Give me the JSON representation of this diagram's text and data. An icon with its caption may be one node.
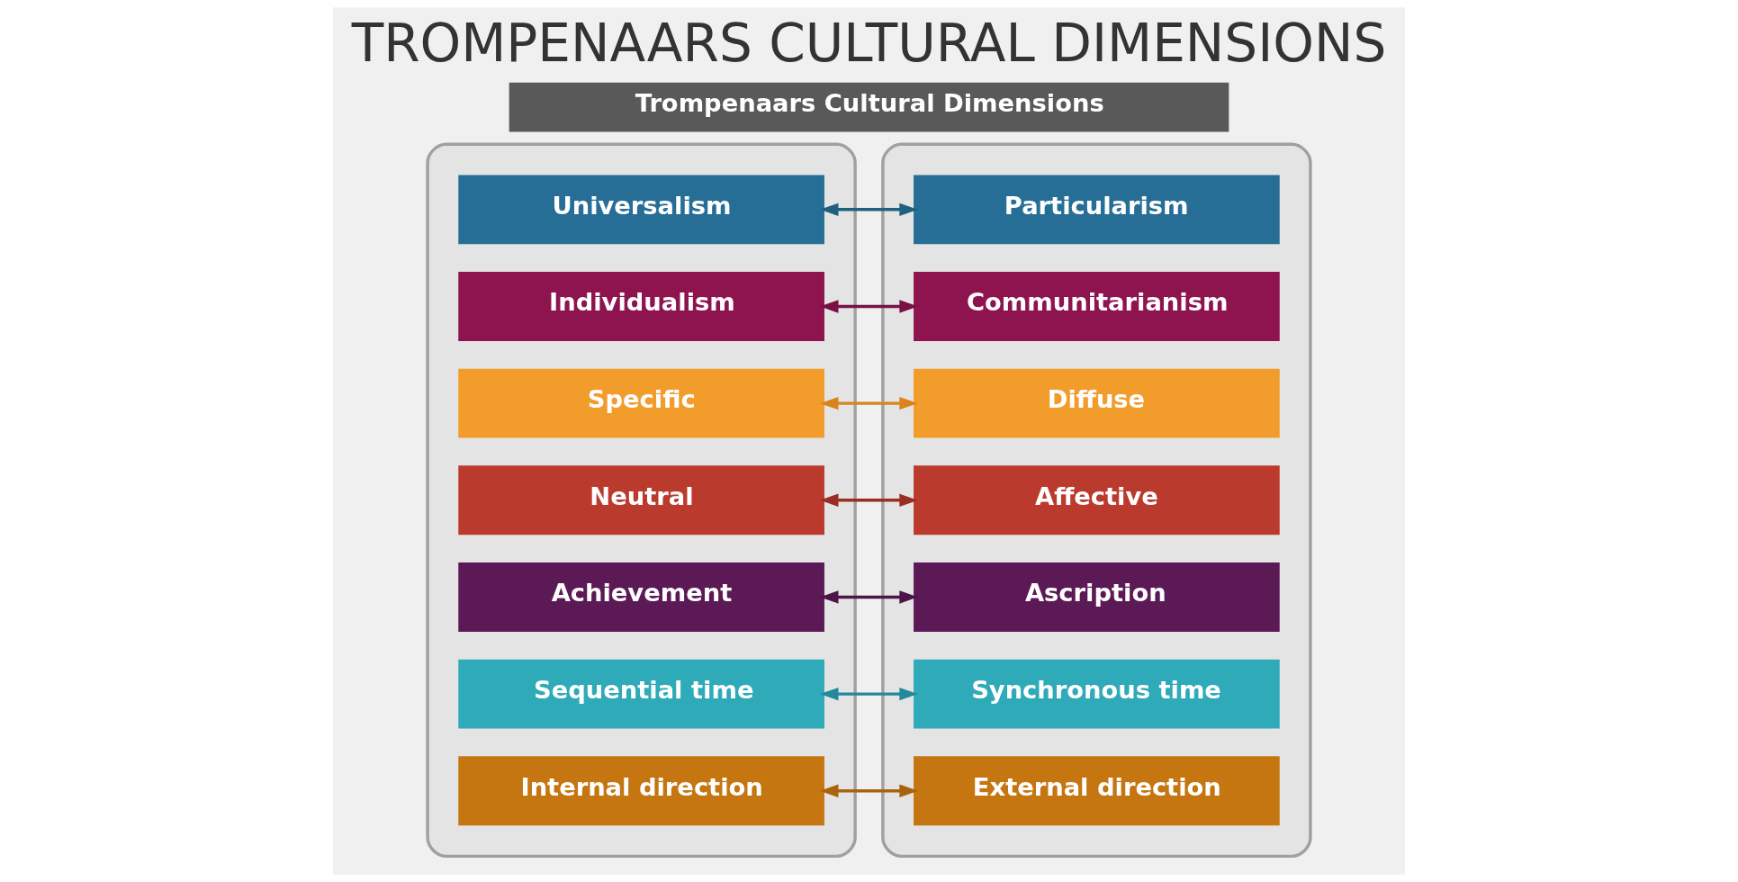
{
  "diagram": {
    "title": "TROMPENAARS CULTURAL DIMENSIONS",
    "nodes": [
      {
        "text": [
          "Trompenaars Cultural Dimensions"
        ]
      },
      {
        "text": [],
        "shape": "box"
      },
      {
        "text": [
          "Universalism"
        ],
        "in": 1
      },
      {
        "text": [
          "Individualism"
        ],
        "in": 1
      },
      {
        "text": [
          "Specific"
        ],
        "in": 1
      },
      {
        "text": [
          "Neutral"
        ],
        "in": 1
      },
      {
        "text": [
          "Achievement"
        ],
        "in": 1
      },
      {
        "text": [
          "Sequential time"
        ],
        "in": 1
      },
      {
        "text": [
          "Internal direction"
        ],
        "in": 1
      },
      {
        "text": [],
        "shape": "box"
      },
      {
        "text": [
          "Particularism"
        ],
        "in": 9
      },
      {
        "text": [
          "Communitarianism"
        ],
        "in": 9
      },
      {
        "text": [
          "Diffuse"
        ],
        "in": 9
      },
      {
        "text": [
          "Affective"
        ],
        "in": 9
      },
      {
        "text": [
          "Ascription"
        ],
        "in": 9
      },
      {
        "text": [
          "Synchronous time"
        ],
        "in": 9
      },
      {
        "text": [
          "External direction"
        ],
        "in": 9
      }
    ],
    "edges": [
      {
        "from": 2,
        "to": 10,
        "arrow": "both",
        "color": "#1f5f80"
      },
      {
        "from": 3,
        "to": 11,
        "arrow": "both",
        "color": "#7a1145"
      },
      {
        "from": 4,
        "to": 12,
        "arrow": "both",
        "color": "#d9841c"
      },
      {
        "from": 5,
        "to": 13,
        "arrow": "both",
        "color": "#9a2e24"
      },
      {
        "from": 6,
        "to": 14,
        "arrow": "both",
        "color": "#4d1548"
      },
      {
        "from": 7,
        "to": 15,
        "arrow": "both",
        "color": "#23899a"
      },
      {
        "from": 8,
        "to": 16,
        "arrow": "both",
        "color": "#a8630c"
      }
    ]
  }
}
